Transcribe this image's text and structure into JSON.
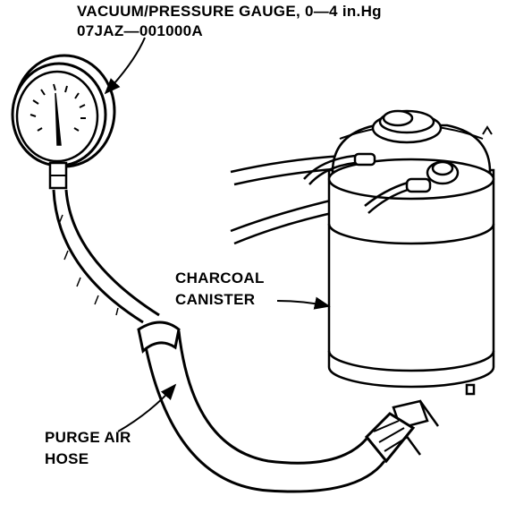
{
  "labels": {
    "gauge_name": "VACUUM/PRESSURE GAUGE, 0—4 in.Hg",
    "gauge_part_number": "07JAZ—001000A",
    "canister_line1": "CHARCOAL",
    "canister_line2": "CANISTER",
    "hose_line1": "PURGE AIR",
    "hose_line2": "HOSE"
  },
  "icons": [
    "vacuum-pressure-gauge-icon",
    "charcoal-canister-icon",
    "purge-air-hose-icon"
  ],
  "colors": {
    "ink": "#000000",
    "paper": "#ffffff"
  }
}
